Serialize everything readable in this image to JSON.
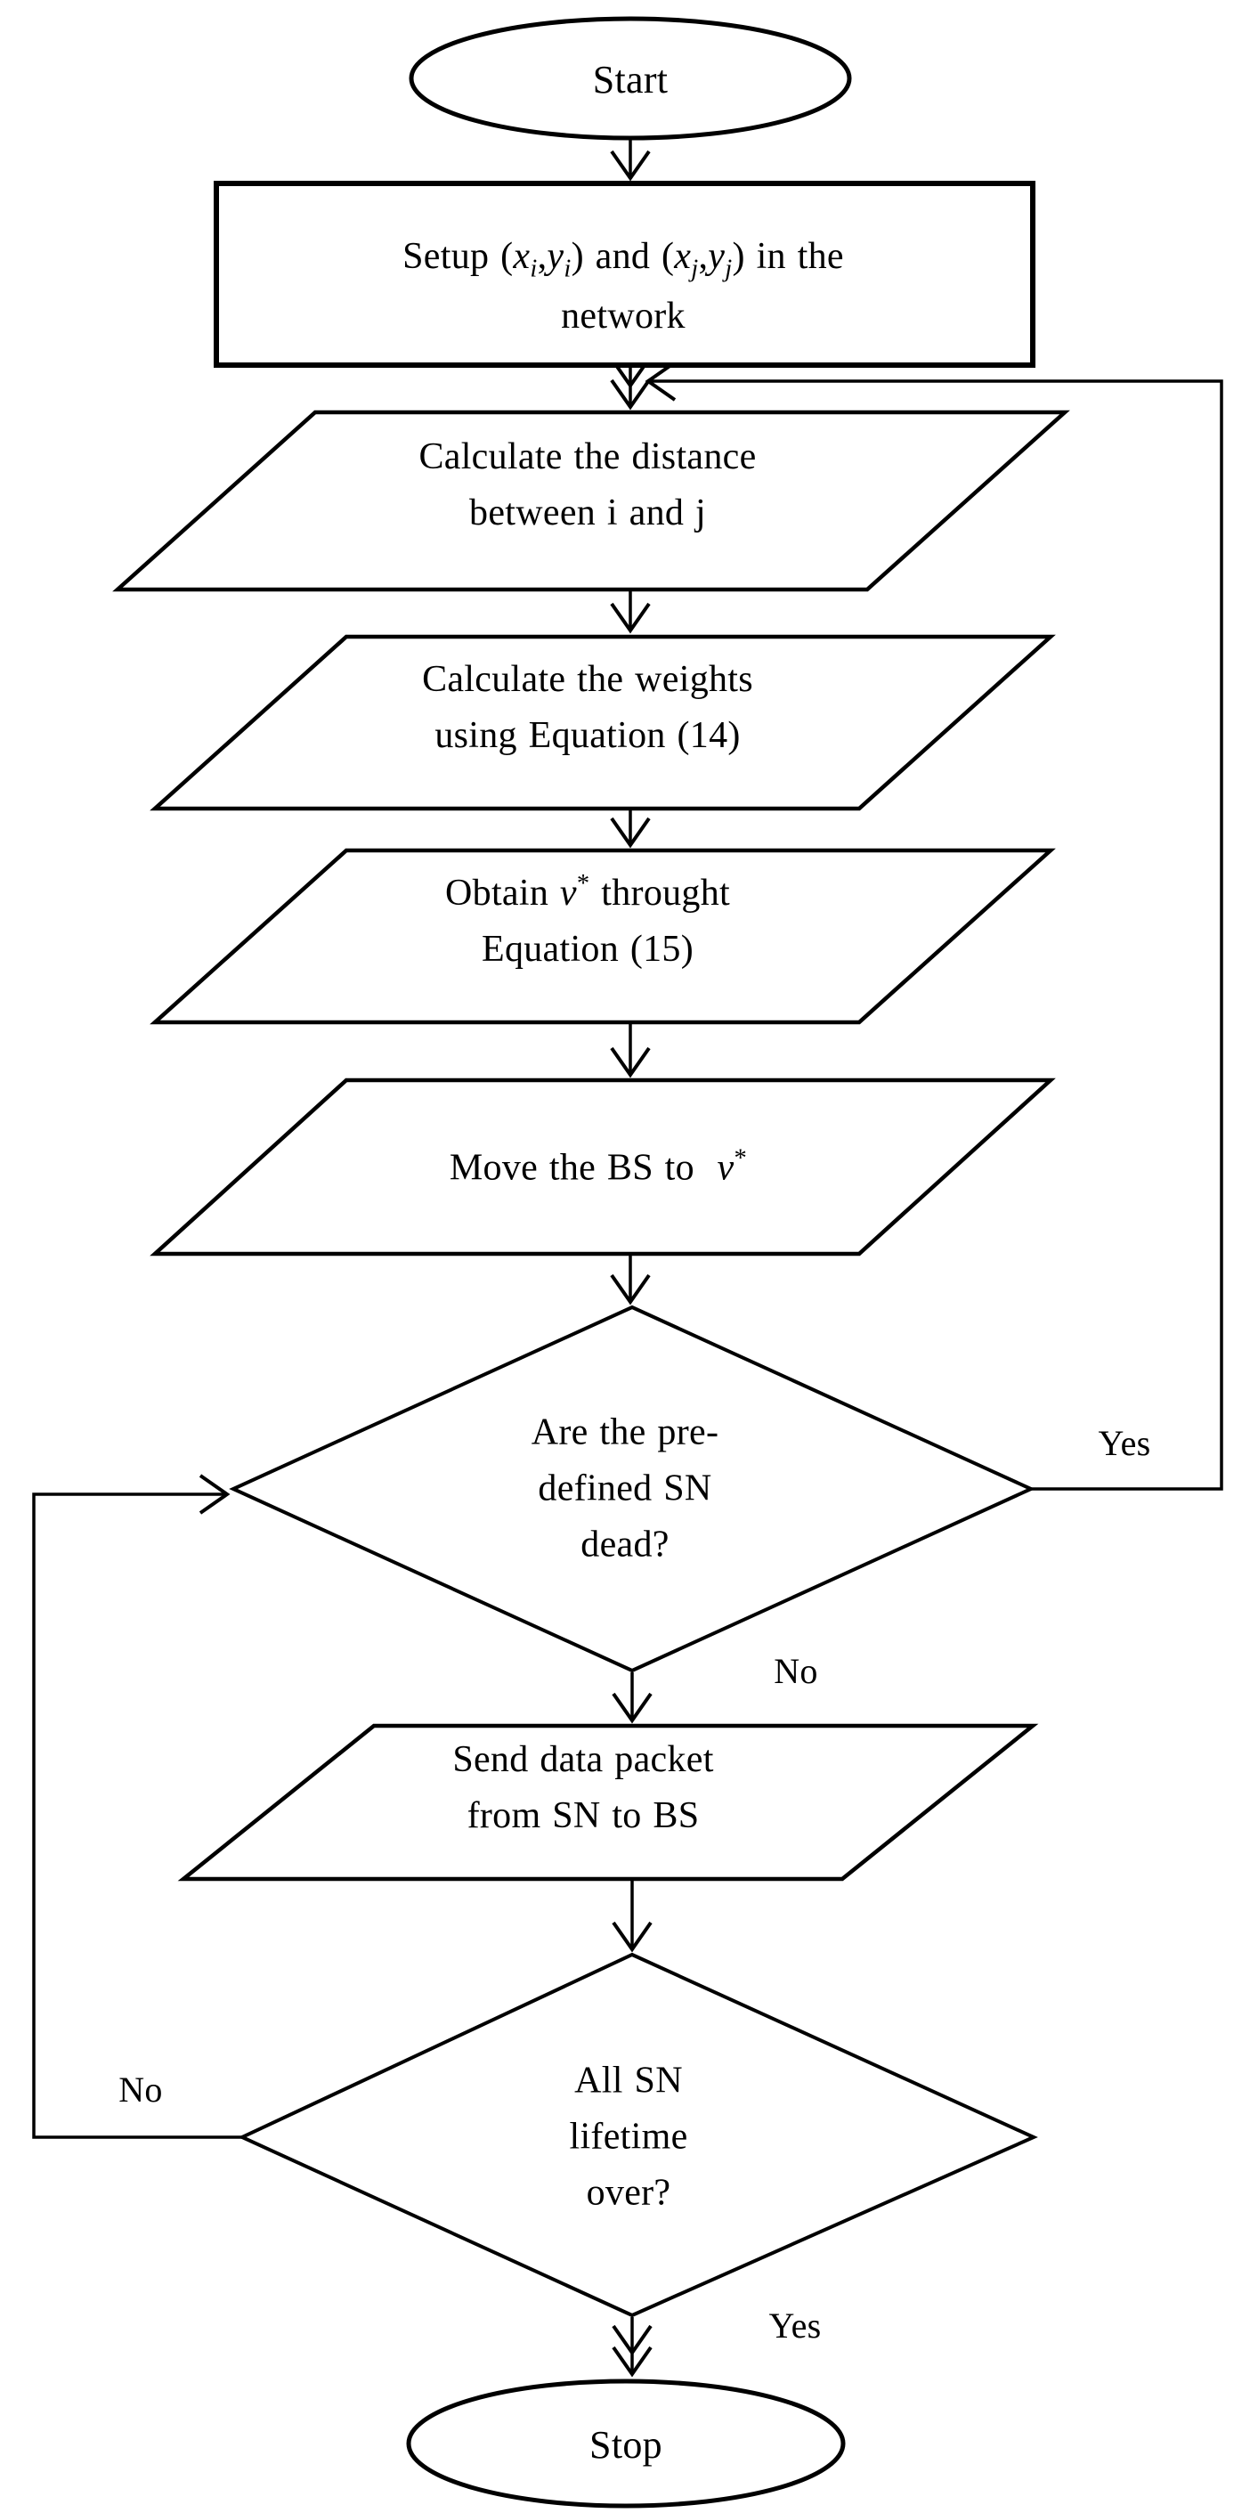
{
  "diagram": {
    "kind": "flowchart",
    "colors": {
      "background": "#ffffff",
      "stroke": "#000000",
      "text": "#000000"
    },
    "nodes": {
      "start": {
        "type": "terminator",
        "runs": [
          {
            "t": "Start"
          }
        ]
      },
      "setup": {
        "type": "process",
        "runs": [
          {
            "t": "Setup ("
          },
          {
            "t": "x",
            "i": 1
          },
          {
            "t": "i",
            "i": 1,
            "sub": 1
          },
          {
            "t": ","
          },
          {
            "t": "y",
            "i": 1
          },
          {
            "t": "i",
            "i": 1,
            "sub": 1
          },
          {
            "t": ") and ("
          },
          {
            "t": "x",
            "i": 1
          },
          {
            "t": "j",
            "i": 1,
            "sub": 1
          },
          {
            "t": ","
          },
          {
            "t": "y",
            "i": 1
          },
          {
            "t": "j",
            "i": 1,
            "sub": 1
          },
          {
            "t": ") in the"
          },
          {
            "br": 1
          },
          {
            "t": "network"
          }
        ]
      },
      "calc_distance": {
        "type": "data",
        "runs": [
          {
            "t": "Calculate the distance"
          },
          {
            "br": 1
          },
          {
            "t": "between i and j"
          }
        ]
      },
      "calc_weights": {
        "type": "data",
        "runs": [
          {
            "t": "Calculate the weights"
          },
          {
            "br": 1
          },
          {
            "t": "using Equation (14)"
          }
        ]
      },
      "obtain_v": {
        "type": "data",
        "runs": [
          {
            "t": "Obtain "
          },
          {
            "t": "v",
            "i": 1
          },
          {
            "t": "*",
            "sup": 1
          },
          {
            "t": " throught"
          },
          {
            "br": 1
          },
          {
            "t": "Equation (15)"
          }
        ]
      },
      "move_bs": {
        "type": "data",
        "runs": [
          {
            "t": "Move the BS to  "
          },
          {
            "t": "v",
            "i": 1
          },
          {
            "t": "*",
            "sup": 1
          }
        ]
      },
      "sn_dead": {
        "type": "decision",
        "runs": [
          {
            "t": "Are the pre-"
          },
          {
            "br": 1
          },
          {
            "t": "defined SN"
          },
          {
            "br": 1
          },
          {
            "t": "dead?"
          }
        ]
      },
      "send_packet": {
        "type": "data",
        "runs": [
          {
            "t": "Send data packet"
          },
          {
            "br": 1
          },
          {
            "t": "from SN to BS"
          }
        ]
      },
      "lifetime_over": {
        "type": "decision",
        "runs": [
          {
            "t": "All SN"
          },
          {
            "br": 1
          },
          {
            "t": "lifetime"
          },
          {
            "br": 1
          },
          {
            "t": "over?"
          }
        ]
      },
      "stop": {
        "type": "terminator",
        "runs": [
          {
            "t": "Stop"
          }
        ]
      }
    },
    "edge_labels": {
      "sn_dead_yes": "Yes",
      "sn_dead_no": "No",
      "lifetime_over_no": "No",
      "lifetime_over_yes": "Yes"
    }
  }
}
